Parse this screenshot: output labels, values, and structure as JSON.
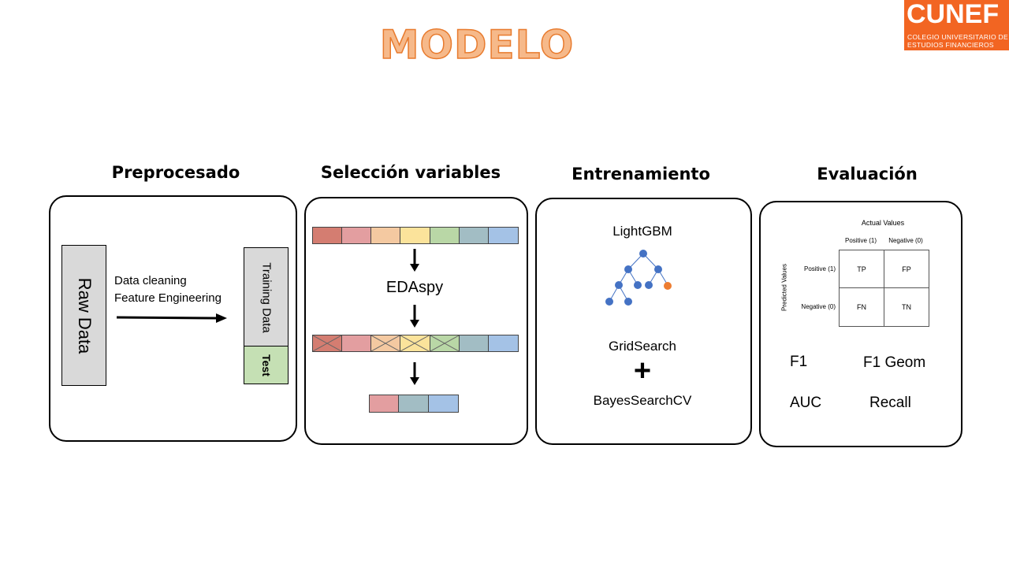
{
  "title": "MODELO",
  "logo": {
    "name": "CUNEF",
    "line1": "COLEGIO UNIVERSITARIO DE",
    "line2": "ESTUDIOS FINANCIEROS",
    "color": "#f26522"
  },
  "sections": {
    "preprocesado": {
      "heading": "Preprocesado",
      "raw_data": "Raw Data",
      "step1": "Data cleaning",
      "step2": "Feature Engineering",
      "training": "Training Data",
      "test": "Test"
    },
    "seleccion": {
      "heading": "Selección variables",
      "tool": "EDAspy",
      "colors": [
        "#d47d71",
        "#e39ea0",
        "#f4c9a1",
        "#fbe39b",
        "#b9d7a6",
        "#a2bdc4",
        "#a4c2e6"
      ]
    },
    "entrenamiento": {
      "heading": "Entrenamiento",
      "model": "LightGBM",
      "search1": "GridSearch",
      "plus": "+",
      "search2": "BayesSearchCV"
    },
    "evaluacion": {
      "heading": "Evaluación",
      "actual": "Actual Values",
      "predicted": "Predicted Values",
      "pos": "Positive (1)",
      "neg": "Negative (0)",
      "tp": "TP",
      "fp": "FP",
      "fn": "FN",
      "tn": "TN",
      "metrics": [
        "F1",
        "F1 Geom",
        "AUC",
        "Recall"
      ]
    }
  }
}
